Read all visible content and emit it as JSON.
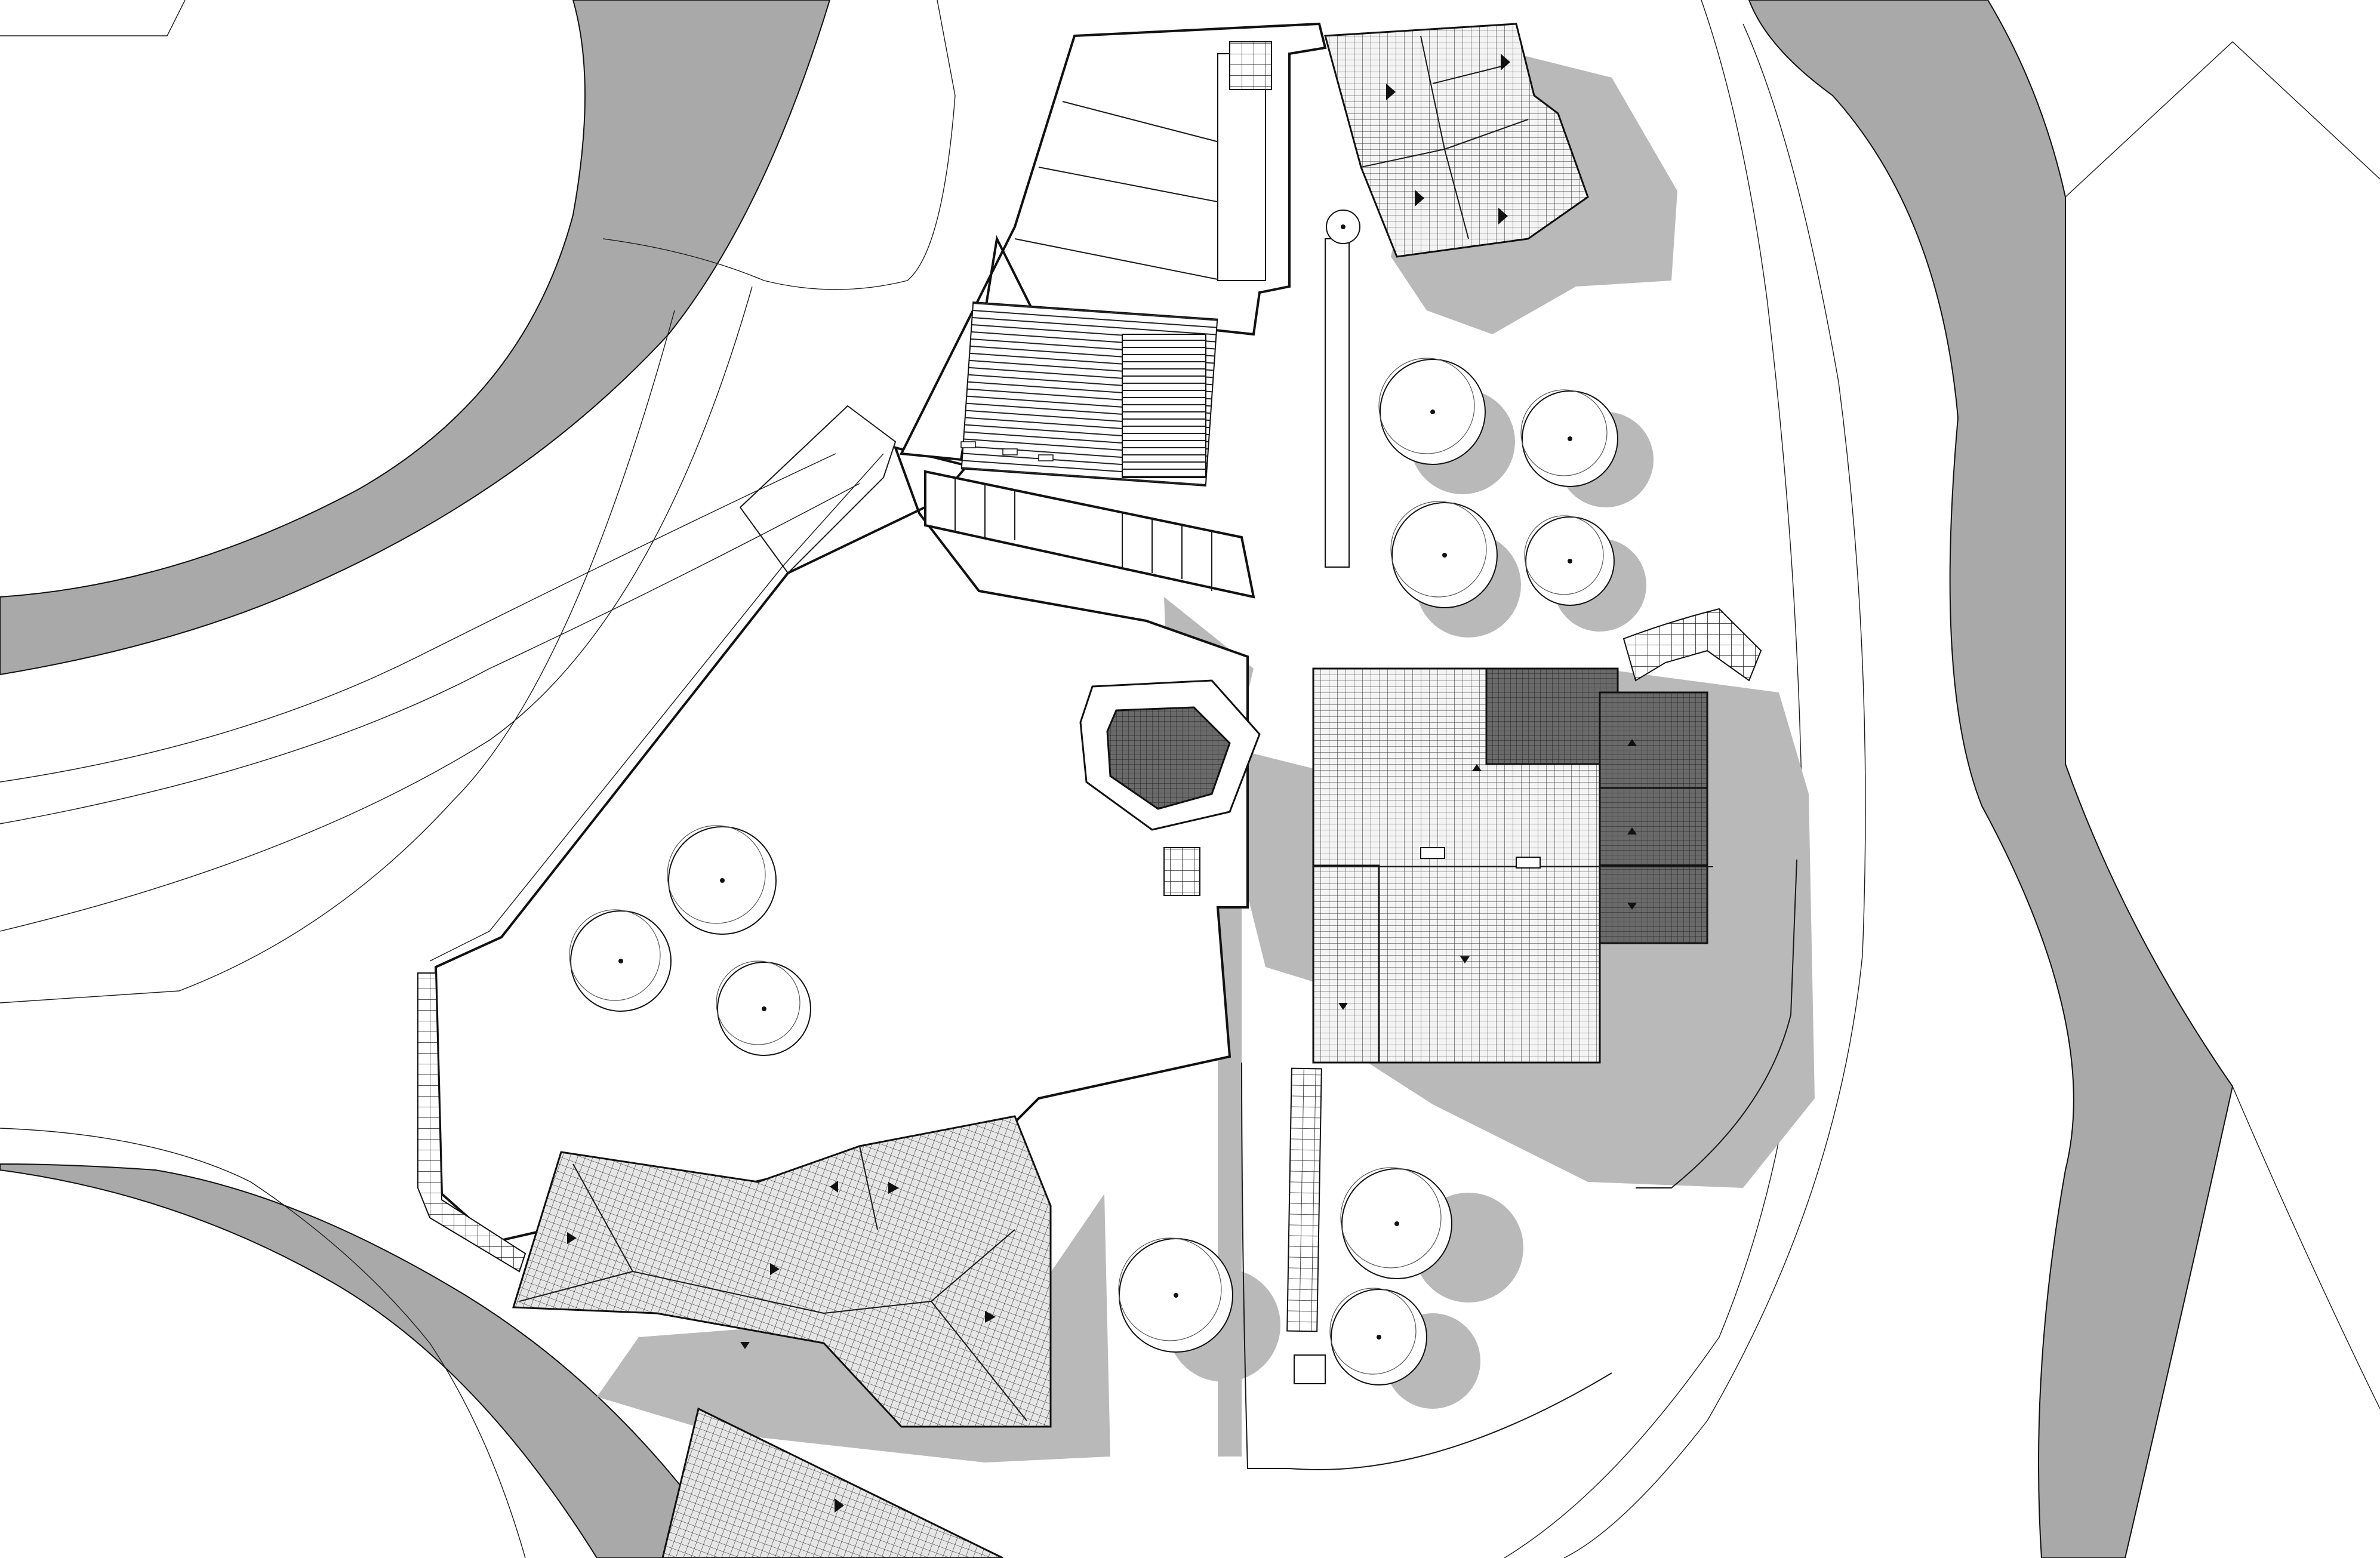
{
  "palette": {
    "background": "#ffffff",
    "line": "#1a1a1a",
    "shadow": "#b9b9b9",
    "road_band": "#a9a9a9",
    "roof_fill": "#f2f2f2",
    "roof_dark": "#8a8a8a",
    "tree_fill": "#ffffff"
  },
  "features": {
    "roads": [
      "west-road-band",
      "southwest-road-band",
      "east-road-band"
    ],
    "buildings": [
      "north-building",
      "east-main-building",
      "southwest-building",
      "south-building",
      "hex-tower"
    ],
    "courtyards": [
      "north-terrace",
      "central-courtyard"
    ],
    "stairs": [
      "east-stair",
      "south-stair-path",
      "tower-stair"
    ],
    "trees_count": 12,
    "roof_markers": "triangle-icon"
  }
}
